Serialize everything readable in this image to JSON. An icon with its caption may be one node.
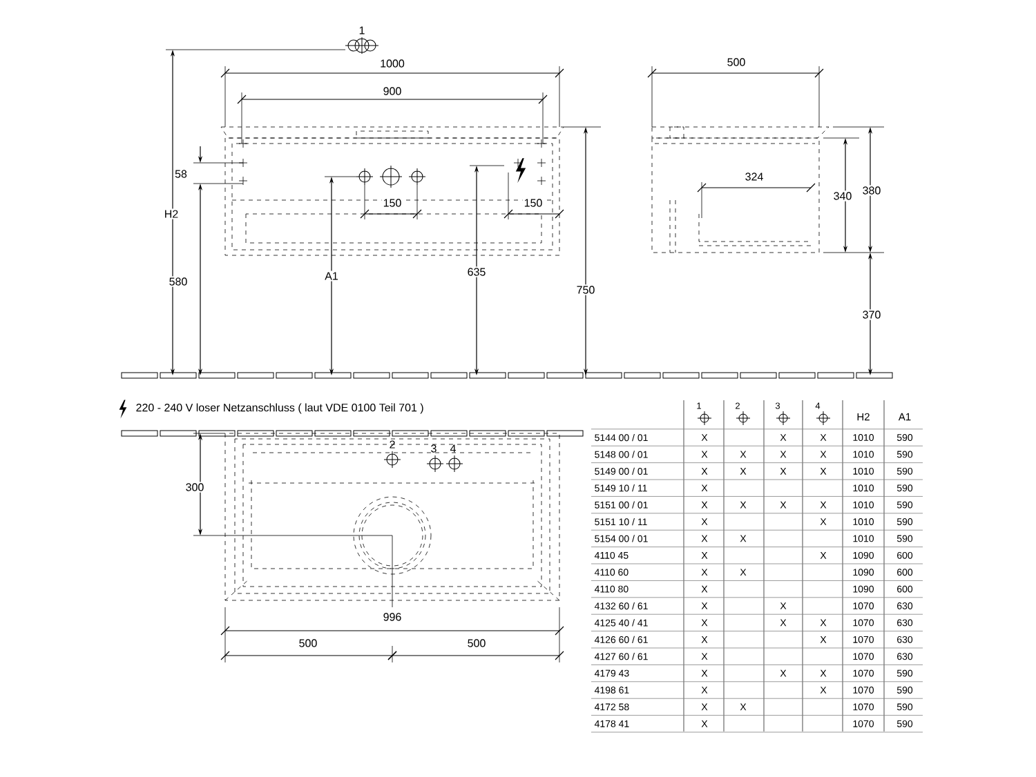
{
  "diagram": {
    "labels": [
      "1",
      "1000",
      "900",
      "500",
      "58",
      "H2",
      "150",
      "150",
      "324",
      "340",
      "380",
      "580",
      "A1",
      "635",
      "750",
      "370",
      "220 - 240 V loser Netzanschluss ( laut VDE 0100 Teil 701 )",
      "2",
      "3",
      "4",
      "300",
      "996",
      "500",
      "500",
      "1",
      "2",
      "3",
      "4",
      "H2",
      "A1",
      "5144 00 / 01",
      "X",
      "X",
      "X",
      "1010",
      "590",
      "5148 00 / 01",
      "X",
      "X",
      "X",
      "X",
      "1010",
      "590",
      "5149 00 / 01",
      "X",
      "X",
      "X",
      "X",
      "1010",
      "590",
      "5149 10 / 11",
      "X",
      "1010",
      "590",
      "5151 00 / 01",
      "X",
      "X",
      "X",
      "X",
      "1010",
      "590",
      "5151 10 / 11",
      "X",
      "X",
      "1010",
      "590",
      "5154 00 / 01",
      "X",
      "X",
      "1010",
      "590",
      "4110 45",
      "X",
      "X",
      "1090",
      "600",
      "4110 60",
      "X",
      "X",
      "1090",
      "600",
      "4110 80",
      "X",
      "1090",
      "600",
      "4132 60 / 61",
      "X",
      "X",
      "1070",
      "630",
      "4125 40 / 41",
      "X",
      "X",
      "X",
      "1070",
      "630",
      "4126 60 / 61",
      "X",
      "X",
      "1070",
      "630",
      "4127 60 / 61",
      "X",
      "1070",
      "630",
      "4179 43",
      "X",
      "X",
      "X",
      "1070",
      "590",
      "4198 61",
      "X",
      "X",
      "1070",
      "590",
      "4172 58",
      "X",
      "X",
      "1070",
      "590",
      "4178 41",
      "X",
      "1070",
      "590"
    ]
  }
}
